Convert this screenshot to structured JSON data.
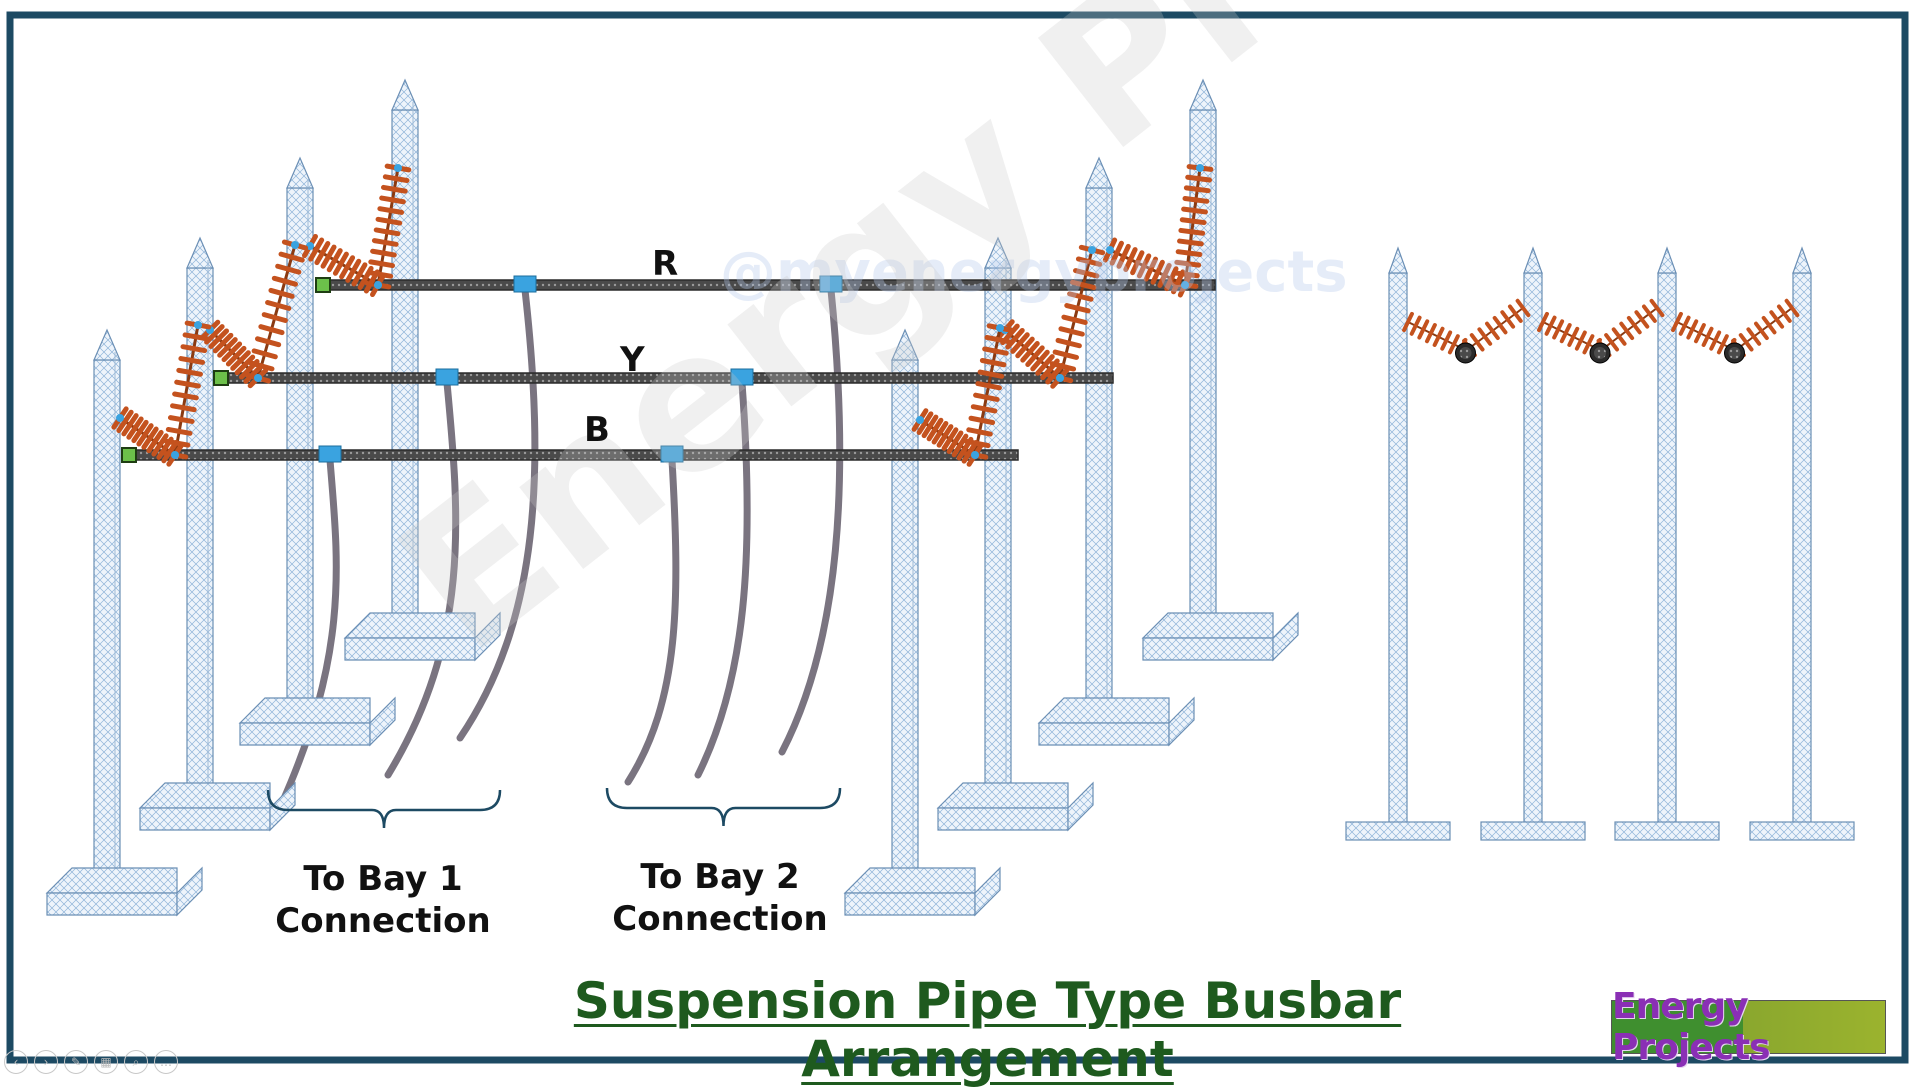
{
  "title": "Suspension Pipe Type Busbar Arrangement",
  "phases": {
    "r": "R",
    "y": "Y",
    "b": "B"
  },
  "bays": [
    {
      "line1": "To Bay 1",
      "line2": "Connection"
    },
    {
      "line1": "To Bay 2",
      "line2": "Connection"
    }
  ],
  "logo": "Energy Projects",
  "watermarks": {
    "handle": "@myenergyprojects",
    "big": "Energy Projects"
  },
  "colors": {
    "frame": "#1d4a63",
    "insulator": "#c4521e",
    "clamp": "#3aa3e0",
    "pipe": "#2b2b2b",
    "cable": "#7a7480",
    "title": "#1e5a1e"
  },
  "nav_icons": [
    "prev-icon",
    "next-icon",
    "pen-icon",
    "slides-icon",
    "zoom-icon",
    "more-icon"
  ]
}
